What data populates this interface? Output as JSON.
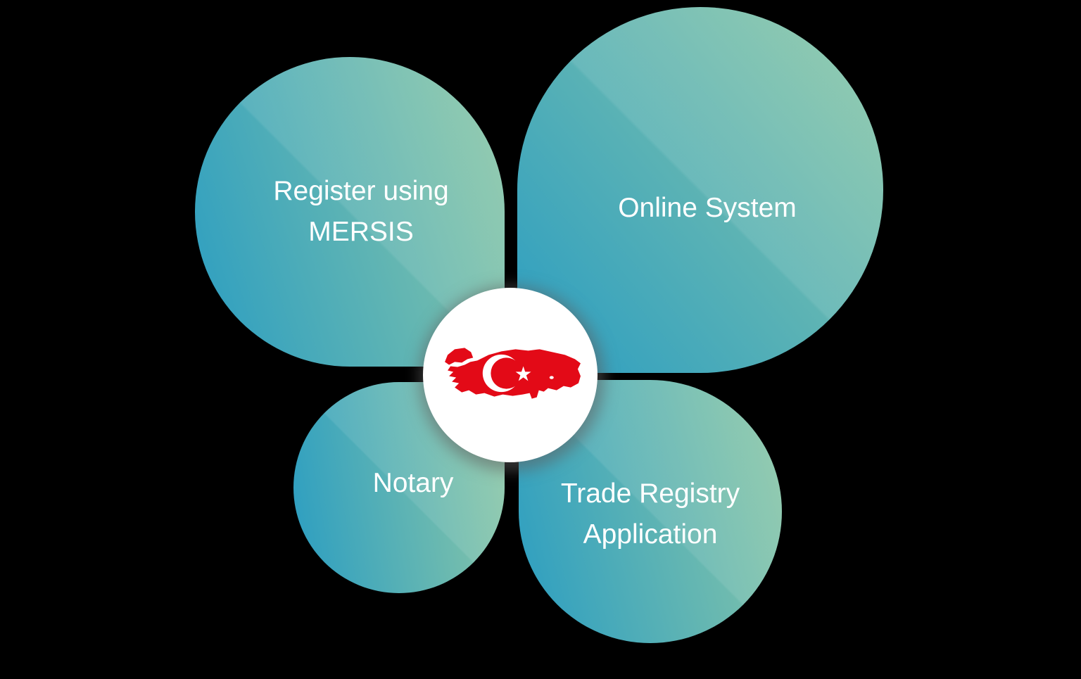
{
  "petals": [
    {
      "id": "register-using-mersis",
      "lines": [
        "Register using",
        "MERSIS"
      ]
    },
    {
      "id": "online-system",
      "lines": [
        "Online System"
      ]
    },
    {
      "id": "notary",
      "lines": [
        "Notary"
      ]
    },
    {
      "id": "trade-registry-application",
      "lines": [
        "Trade Registry",
        "Application"
      ]
    }
  ],
  "center": {
    "icon": "turkey-map-flag-icon"
  },
  "colors": {
    "background": "#000000",
    "petal_gradient_from": "#2a9dc2",
    "petal_gradient_to": "#8fc9a6",
    "label_text": "#ffffff",
    "flag_red": "#e30a17",
    "flag_white": "#ffffff",
    "petal_outline_white": "#ffffff"
  }
}
